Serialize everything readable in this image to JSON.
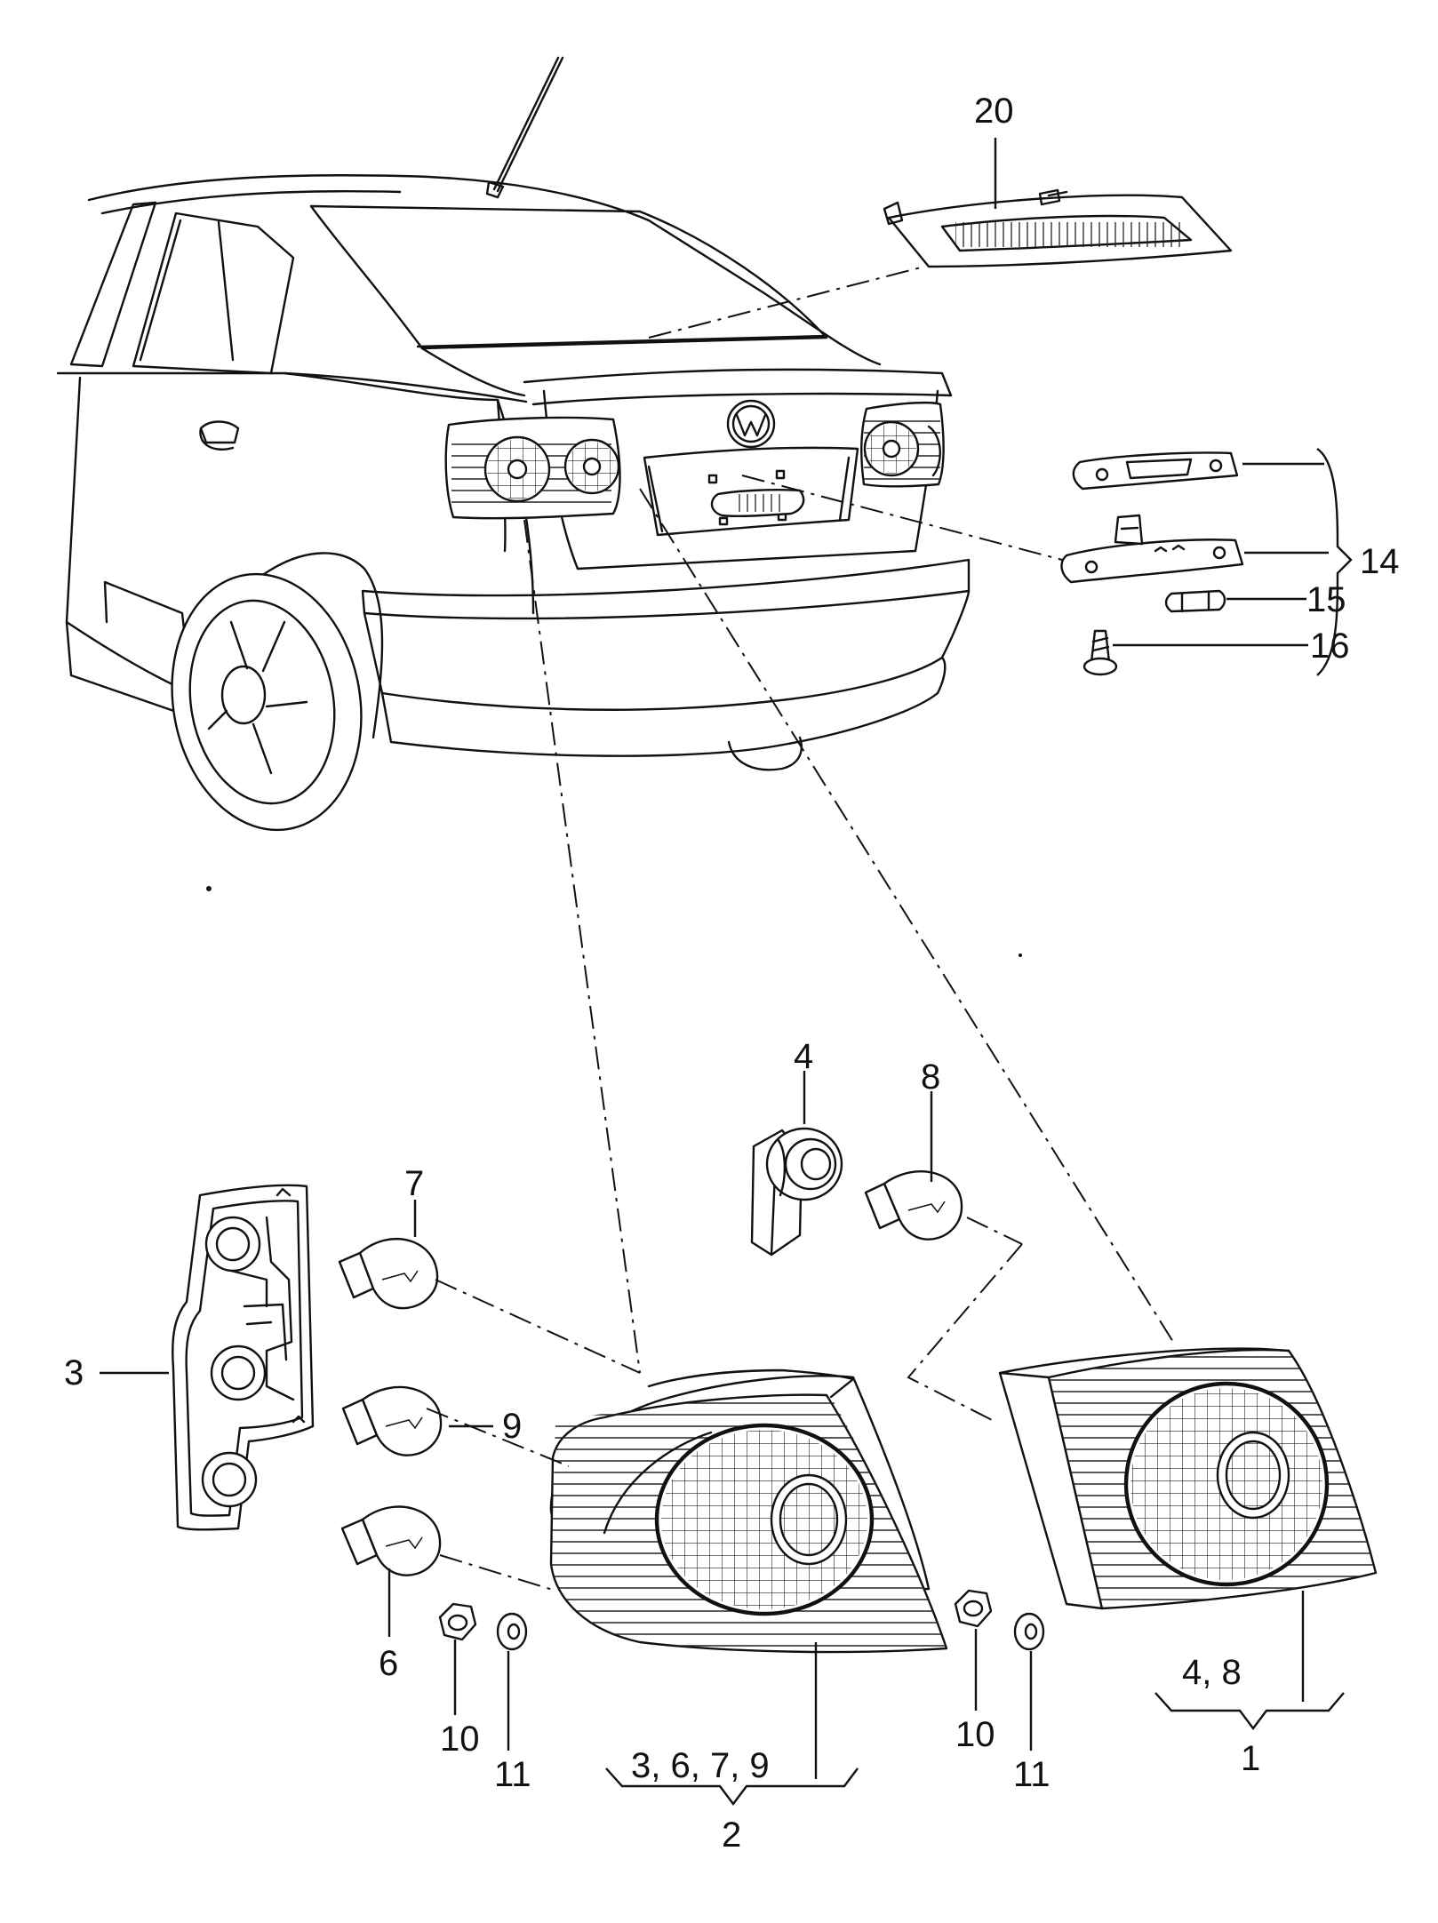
{
  "callouts": {
    "c20": "20",
    "c14": "14",
    "c15": "15",
    "c16": "16",
    "c4": "4",
    "c8": "8",
    "c7": "7",
    "c3": "3",
    "c9": "9",
    "c6": "6",
    "c10a": "10",
    "c11a": "11",
    "c10b": "10",
    "c11b": "11"
  },
  "groups": {
    "g1_parts": "4, 8",
    "g1_id": "1",
    "g2_parts": "3, 6, 7, 9",
    "g2_id": "2"
  },
  "colors": {
    "line": "#111111",
    "background": "#ffffff"
  }
}
